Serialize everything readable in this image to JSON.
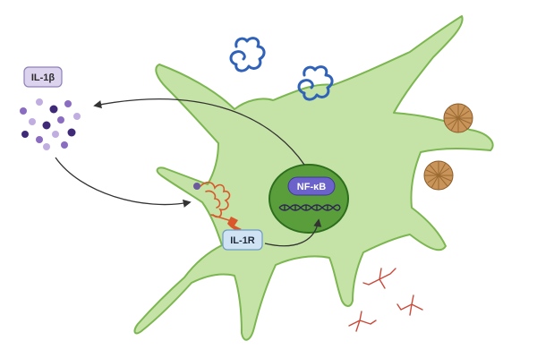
{
  "labels": {
    "cytokine": "IL-1β",
    "receptor": "IL-1R",
    "transcription_factor": "NF-κB"
  },
  "colors": {
    "cell_fill": "#c5e3a6",
    "cell_stroke": "#7cb651",
    "nucleus_fill": "#5a9e3c",
    "nucleus_stroke": "#2d6e1e",
    "nfkb_fill": "#6b63c9",
    "il1b_box_fill": "#dcd3ee",
    "il1b_box_stroke": "#8f80b8",
    "il1r_box_fill": "#cfe3f5",
    "il1r_box_stroke": "#6f9ac4",
    "cytokine_dots": [
      "#3f2a78",
      "#8a6cc0",
      "#c0aee0"
    ],
    "receptor": "#d9572b",
    "protein_tangle": "#2f62b8",
    "plaque": "#b07a3c",
    "debris": "#c94a3a",
    "arrows": "#333333"
  }
}
